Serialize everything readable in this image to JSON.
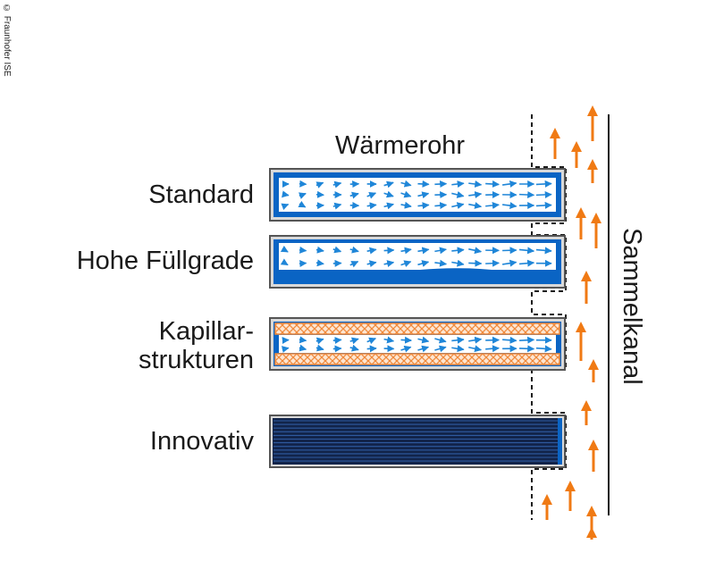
{
  "copyright": "© Fraunhofer ISE",
  "header": "Wärmerohr",
  "channel_label": "Sammelkanal",
  "rows": [
    {
      "label_lines": [
        "Standard"
      ],
      "type": "standard"
    },
    {
      "label_lines": [
        "Hohe Füllgrade"
      ],
      "type": "hohe-fuellgrade"
    },
    {
      "label_lines": [
        "Kapillar-",
        "strukturen"
      ],
      "type": "kapillar"
    },
    {
      "label_lines": [
        "Innovativ"
      ],
      "type": "innovativ"
    }
  ],
  "colors": {
    "pipe_blue": "#0a64c4",
    "flow_arrow": "#1f86d8",
    "capillary_orange": "#f08a3c",
    "heat_arrow": "#f07a14",
    "pipe_dark": "#12244a",
    "outline": "#555555"
  },
  "icons": {
    "flow": "arrow-right-icon",
    "heat": "arrow-up-icon"
  }
}
